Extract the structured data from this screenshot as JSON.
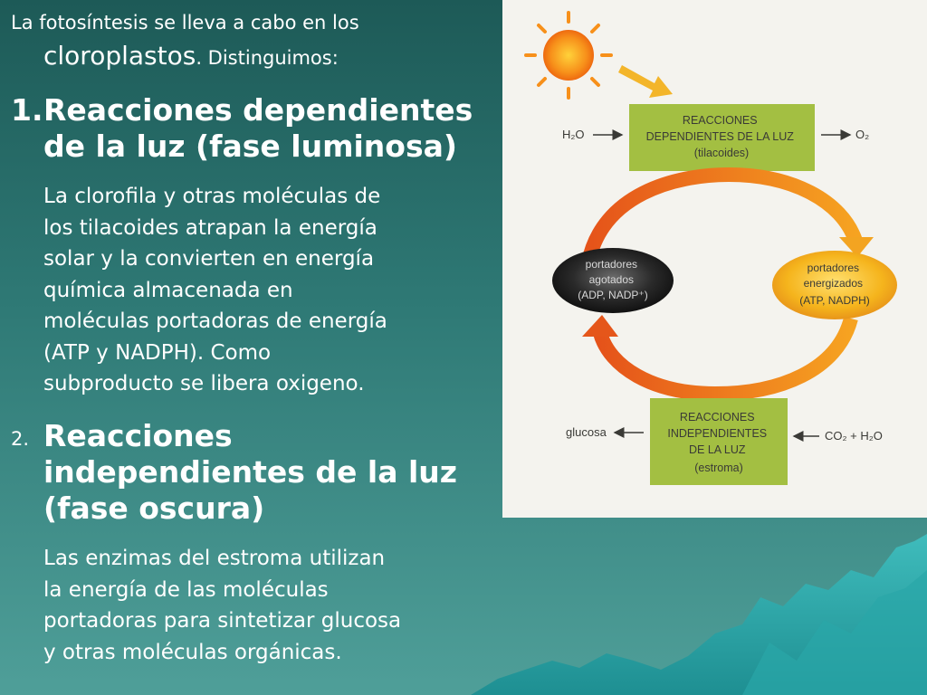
{
  "intro": {
    "line1": "La fotosíntesis se lleva a cabo en los",
    "term": "cloroplastos",
    "line2_rest": ". Distinguimos:"
  },
  "section1": {
    "number": "1.",
    "heading_lines": [
      "Reacciones dependientes",
      "de la luz (fase luminosa)"
    ],
    "body_lines": [
      "La clorofila y otras moléculas de",
      "los tilacoides atrapan la energía",
      "solar y la convierten en energía",
      "química almacenada en",
      "moléculas portadoras de energía",
      "(ATP y NADPH). Como",
      "subproducto se libera oxigeno."
    ]
  },
  "section2": {
    "number": "2.",
    "heading_lines": [
      "Reacciones",
      "independientes de la luz",
      "(fase oscura)"
    ],
    "body_lines": [
      "Las enzimas del estroma utilizan",
      "la energía de las moléculas",
      "portadoras para sintetizar glucosa",
      "y otras moléculas orgánicas."
    ]
  },
  "diagram": {
    "top_box_lines": [
      "REACCIONES",
      "DEPENDIENTES DE LA LUZ",
      "(tilacoides)"
    ],
    "top_input": "H₂O",
    "top_output": "O₂",
    "bottom_box_lines": [
      "REACCIONES",
      "INDEPENDIENTES",
      "DE LA LUZ",
      "(estroma)"
    ],
    "bottom_output": "glucosa",
    "bottom_input": "CO₂ + H₂O",
    "depleted_lines": [
      "portadores",
      "agotados",
      "(ADP, NADP⁺)"
    ],
    "energized_lines": [
      "portadores",
      "energizados",
      "(ATP, NADPH)"
    ]
  },
  "colors": {
    "background_top": "#1d5a57",
    "background_bottom": "#4f9f99",
    "text": "#ffffff",
    "box_green": "#a3bf42",
    "cycle_orange": "#f08a1c",
    "energized_yellow": "#f2b21c",
    "depleted_dark": "#1f1f1f"
  }
}
